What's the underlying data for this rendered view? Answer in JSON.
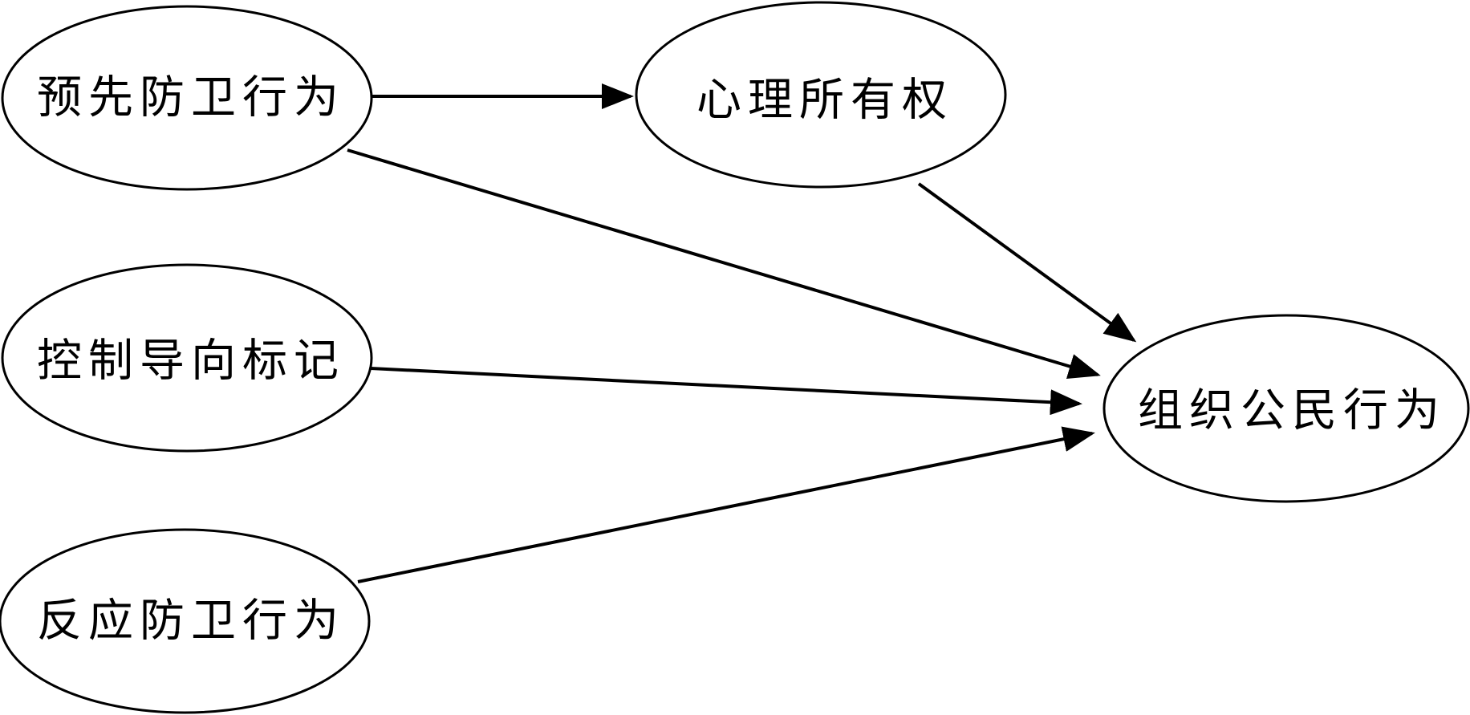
{
  "diagram": {
    "nodes": {
      "preemptive_defense": "预先防卫行为",
      "psychological_ownership": "心理所有权",
      "control_marking": "控制导向标记",
      "reactive_defense": "反应防卫行为",
      "organizational_citizenship": "组织公民行为"
    },
    "edges": [
      {
        "from": "preemptive_defense",
        "to": "psychological_ownership"
      },
      {
        "from": "preemptive_defense",
        "to": "organizational_citizenship"
      },
      {
        "from": "psychological_ownership",
        "to": "organizational_citizenship"
      },
      {
        "from": "control_marking",
        "to": "organizational_citizenship"
      },
      {
        "from": "reactive_defense",
        "to": "organizational_citizenship"
      }
    ],
    "colors": {
      "stroke": "#000000",
      "fill": "#ffffff",
      "text": "#000000"
    }
  }
}
